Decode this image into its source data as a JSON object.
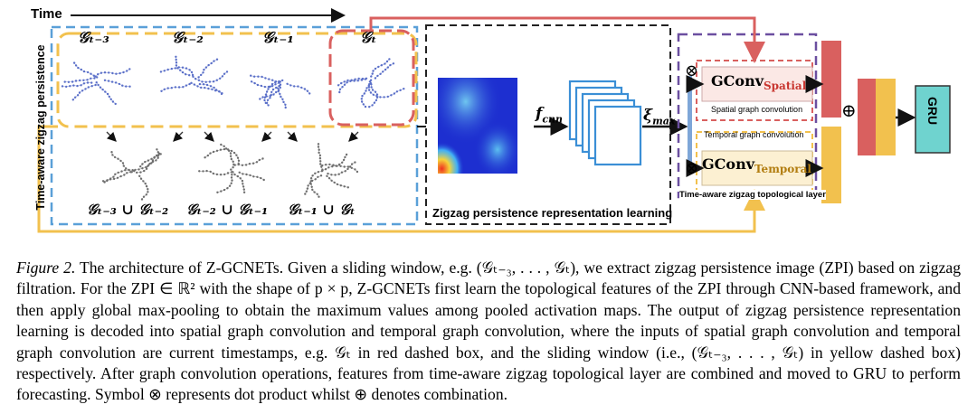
{
  "figure": {
    "time_label": "Time",
    "side_label": "Time-aware zigzag persistence",
    "top_graphs": [
      "𝒢ₜ₋₃",
      "𝒢ₜ₋₂",
      "𝒢ₜ₋₁",
      "𝒢ₜ"
    ],
    "union_graphs": [
      "𝒢ₜ₋₃ ∪ 𝒢ₜ₋₂",
      "𝒢ₜ₋₂ ∪ 𝒢ₜ₋₁",
      "𝒢ₜ₋₁ ∪ 𝒢ₜ"
    ],
    "zpi_section_label": "Zigzag persistence representation learning",
    "f_cnn": "f",
    "f_cnn_sub": "cnn",
    "xi_max": "ξ",
    "xi_max_sub": "max",
    "gconv_spatial": "GConv",
    "gconv_spatial_sub": "Spatial",
    "spatial_caption": "Spatial graph convolution",
    "temporal_caption": "Temporal graph convolution",
    "gconv_temporal": "GConv",
    "gconv_temporal_sub": "Temporal",
    "layer_label": "Time-aware zigzag topological layer",
    "otimes": "⊗",
    "oplus": "⊕",
    "gru": "GRU",
    "colors": {
      "red": "#d9605f",
      "yellow": "#f2c14e",
      "blue_dashed": "#5aa0d8",
      "purple_dashed": "#6b4fa0",
      "gru_fill": "#6fd3cf",
      "graph_blue": "#5a6fc8",
      "graph_gray": "#6e6e6e"
    }
  },
  "caption": {
    "fig_label": "Figure 2.",
    "text": " The architecture of Z-GCNETs. Given a sliding window, e.g. (𝒢ₜ₋₃, . . . , 𝒢ₜ), we extract zigzag persistence image (ZPI) based on zigzag filtration. For the ZPI ∈ ℝ² with the shape of p × p, Z-GCNETs first learn the topological features of the ZPI through CNN-based framework, and then apply global max-pooling to obtain the maximum values among pooled activation maps. The output of zigzag persistence representation learning is decoded into spatial graph convolution and temporal graph convolution, where the inputs of spatial graph convolution and temporal graph convolution are current timestamps, e.g. 𝒢ₜ in red dashed box, and the sliding window (i.e., (𝒢ₜ₋₃, . . . , 𝒢ₜ) in yellow dashed box) respectively. After graph convolution operations, features from time-aware zigzag topological layer are combined and moved to GRU to perform forecasting. Symbol ⊗ represents dot product whilst ⊕ denotes combination."
  }
}
